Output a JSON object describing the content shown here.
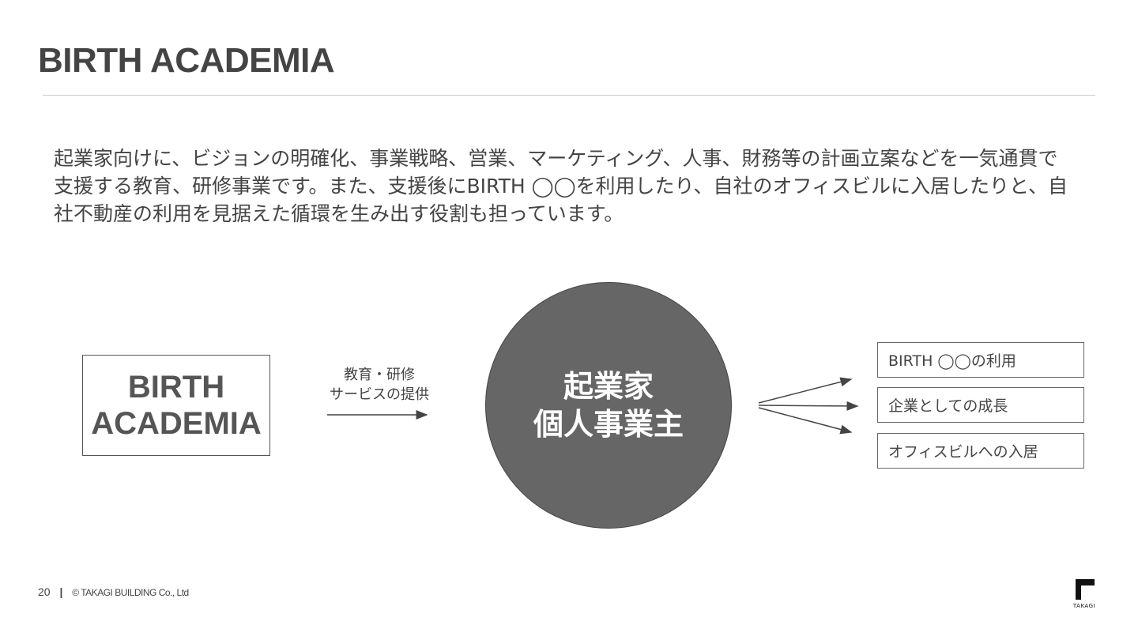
{
  "title": "BIRTH ACADEMIA",
  "description": "起業家向けに、ビジョンの明確化、事業戦略、営業、マーケティング、人事、財務等の計画立案などを一気通貫で支援する教育、研修事業です。また、支援後にBIRTH ◯◯を利用したり、自社のオフィスビルに入居したりと、自社不動産の利用を見据えた循環を生み出す役割も担っています。",
  "diagram": {
    "source_line1": "BIRTH",
    "source_line2": "ACADEMIA",
    "service_line1": "教育・研修",
    "service_line2": "サービスの提供",
    "center_line1": "起業家",
    "center_line2": "個人事業主",
    "outcomes": [
      "BIRTH ◯◯の利用",
      "企業としての成長",
      "オフィスビルへの入居"
    ]
  },
  "footer": {
    "page": "20",
    "separator": "|",
    "copyright": "© TAKAGI BUILDING Co., Ltd"
  },
  "logo": {
    "text": "TAKAGI"
  }
}
